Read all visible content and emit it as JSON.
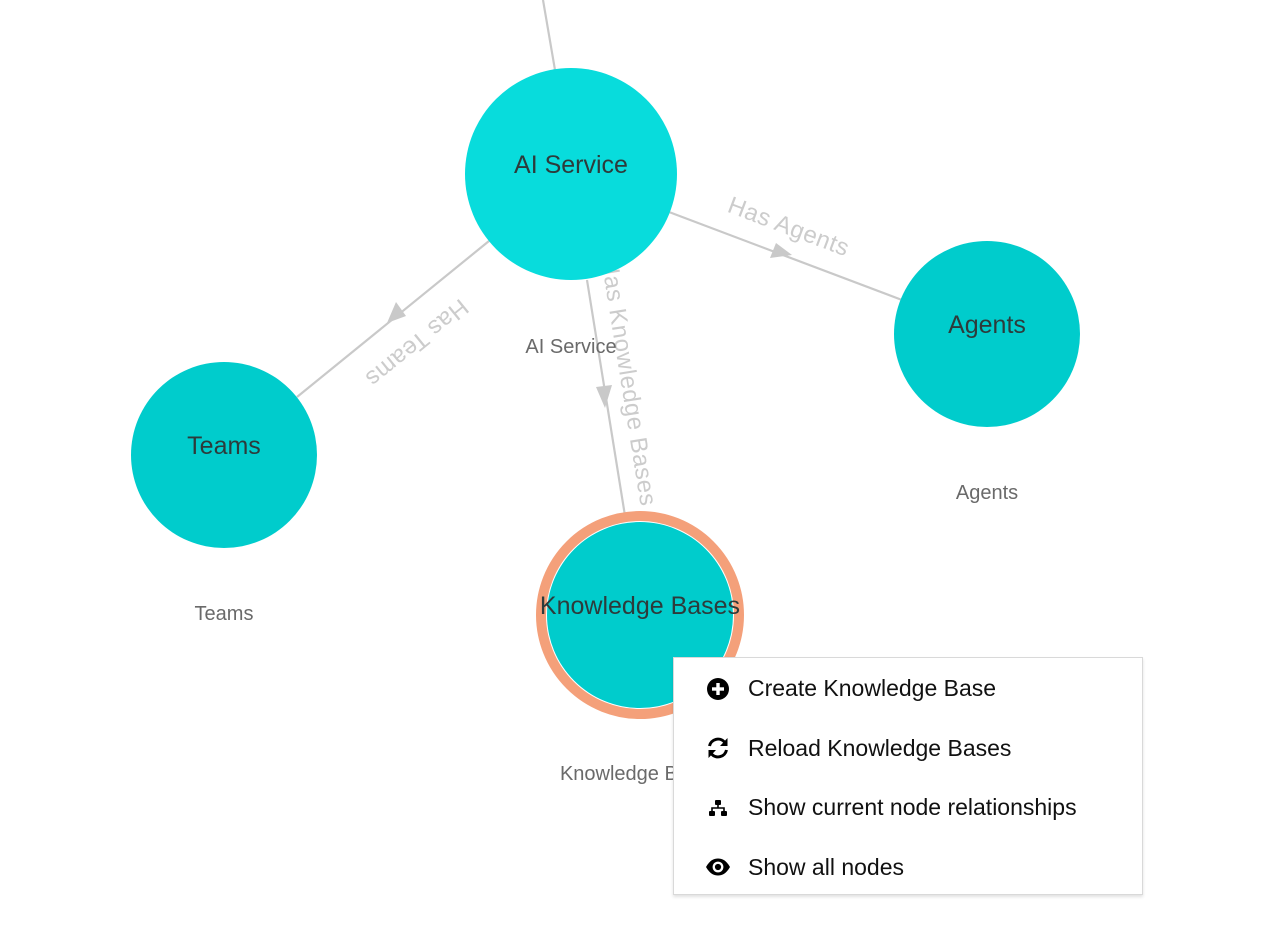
{
  "diagram": {
    "nodes": [
      {
        "id": "ai-service",
        "label": "AI Service",
        "caption": "AI Service",
        "color": "#08dcdc"
      },
      {
        "id": "agents",
        "label": "Agents",
        "caption": "Agents",
        "color": "#00cccc"
      },
      {
        "id": "teams",
        "label": "Teams",
        "caption": "Teams",
        "color": "#00cccc"
      },
      {
        "id": "knowledge-bases",
        "label": "Knowledge Bases",
        "caption": "Knowledge Bases",
        "color": "#00cccc",
        "selected": true,
        "selected_ring_color": "#f4a07a"
      }
    ],
    "edges": [
      {
        "from": "ai-service",
        "to": "agents",
        "label": "Has Agents"
      },
      {
        "from": "ai-service",
        "to": "teams",
        "label": "Has Teams"
      },
      {
        "from": "ai-service",
        "to": "knowledge-bases",
        "label": "Has Knowledge Bases"
      }
    ],
    "edge_color": "#c9c9c9"
  },
  "context_menu": {
    "items": [
      {
        "label": "Create Knowledge Base",
        "icon": "plus-circle-icon"
      },
      {
        "label": "Reload Knowledge Bases",
        "icon": "refresh-icon"
      },
      {
        "label": "Show current node relationships",
        "icon": "hierarchy-icon"
      },
      {
        "label": "Show all nodes",
        "icon": "eye-icon"
      }
    ]
  }
}
